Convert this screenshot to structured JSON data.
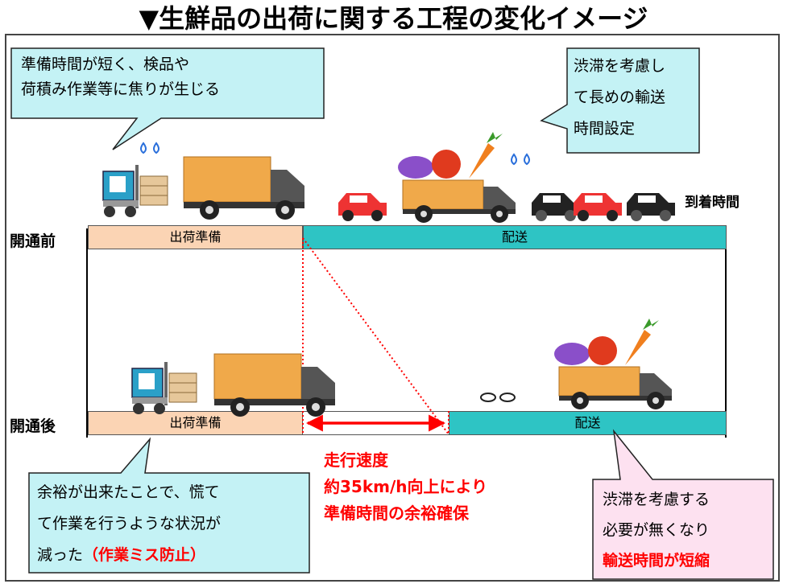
{
  "title": "▼生鮮品の出荷に関する工程の変化イメージ",
  "before": {
    "label": "開通前",
    "prep_label": "出荷準備",
    "delivery_label": "配送",
    "arrival_label": "到着時間"
  },
  "after": {
    "label": "開通後",
    "prep_label": "出荷準備",
    "delivery_label": "配送"
  },
  "callouts": {
    "top_left": [
      "準備時間が短く、検品や",
      "荷積み作業等に焦りが生じる"
    ],
    "top_right": [
      "渋滞を考慮し",
      "て長めの輸送",
      "時間設定"
    ],
    "bottom_left": [
      "余裕が出来たことで、慌て",
      "て作業を行うような状況が"
    ],
    "bottom_left_last_plain": "減った",
    "bottom_left_last_red": "（作業ミス防止）",
    "bottom_right": [
      "渋滞を考慮する",
      "必要が無くなり"
    ],
    "bottom_right_red": "輸送時間が短縮"
  },
  "center_note": [
    "走行速度",
    "約35km/h向上により",
    "準備時間の余裕確保"
  ],
  "colors": {
    "prep_bar": "#fbd4b4",
    "delivery_bar": "#2ec4c4",
    "callout_blue_fill": "#c4f2f5",
    "callout_pink_fill": "#fde1f0",
    "accent_red": "#ff0000",
    "truck_cargo": "#f0a94a"
  },
  "icons": [
    "forklift-icon",
    "truck-icon",
    "vegetable-truck-icon",
    "car-icon",
    "sweat-drops-icon",
    "sigh-icon",
    "double-arrow-icon"
  ]
}
